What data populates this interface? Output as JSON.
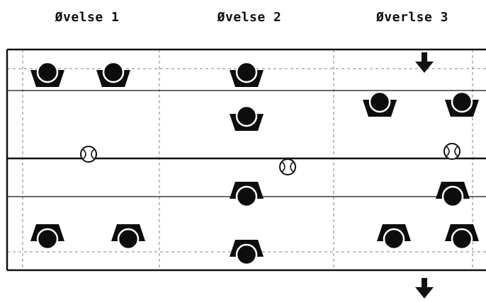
{
  "headers": {
    "exercise_1": "Øvelse 1",
    "exercise_2": "Øvelse 2",
    "exercise_3": "Øverlse 3"
  },
  "colors": {
    "line": "#111111",
    "dashed": "#9a9a9a",
    "player": "#0d0d0d",
    "ball": "#ffffff"
  },
  "icons": {
    "player": "player-marker-icon",
    "ball": "tennis-ball-icon",
    "arrow": "arrow-down-icon"
  }
}
